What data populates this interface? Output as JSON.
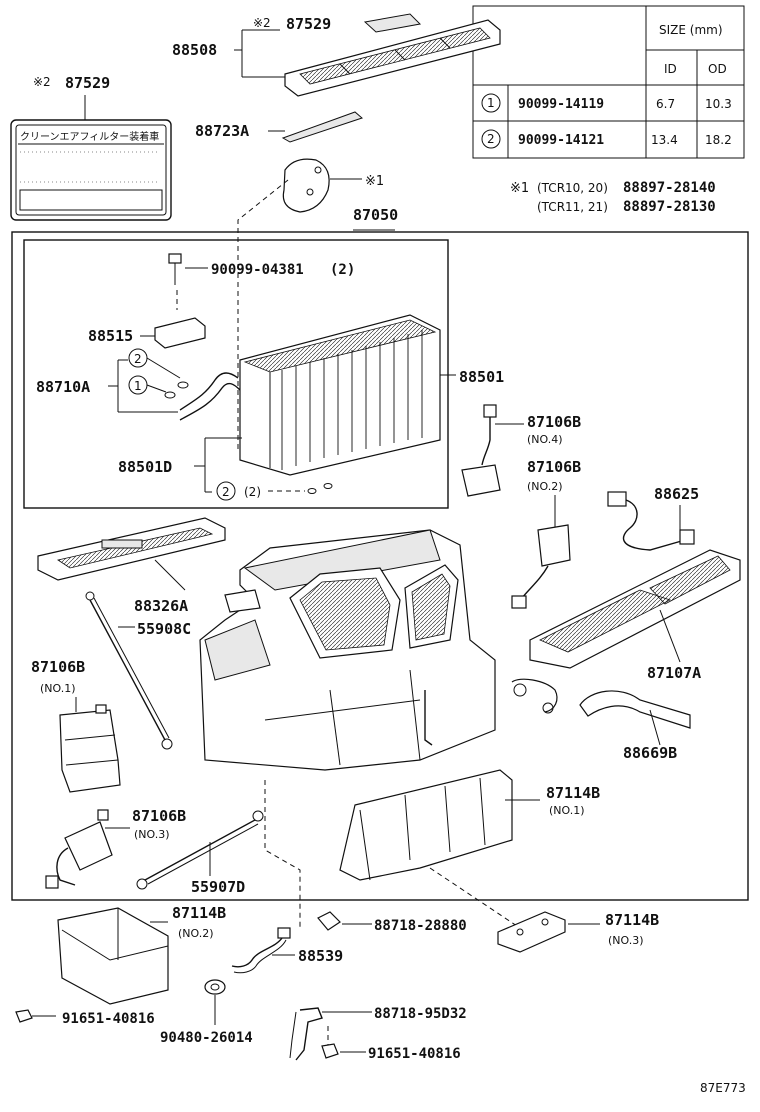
{
  "size_table": {
    "header": "SIZE (mm)",
    "col_id": "ID",
    "col_od": "OD",
    "rows": [
      {
        "key": "1",
        "part": "90099-14119",
        "id": "6.7",
        "od": "10.3"
      },
      {
        "key": "2",
        "part": "90099-14121",
        "id": "13.4",
        "od": "18.2"
      }
    ]
  },
  "notes": {
    "n1_mark": "※1",
    "n1_line1_cond": "(TCR10, 20)",
    "n1_line1_part": "88897-28140",
    "n1_line2_cond": "(TCR11, 21)",
    "n1_line2_part": "88897-28130",
    "x1_mark": "※1",
    "x2_mark_top": "※2",
    "x2_mark_label": "※2"
  },
  "label_card": {
    "title": "クリーンエアフィルター装着車"
  },
  "parts": {
    "p87529_top": "87529",
    "p88508": "88508",
    "p87529_label": "87529",
    "p88723a": "88723A",
    "p87050": "87050",
    "p90099_04381": "90099-04381",
    "p90099_04381_qty": "(2)",
    "p88515": "88515",
    "p88710a": "88710A",
    "p88501": "88501",
    "p88501d": "88501D",
    "p88501d_qty": "(2)",
    "p87106b_no4": "87106B",
    "sub_no4": "(NO.4)",
    "p87106b_no2": "87106B",
    "sub_no2": "(NO.2)",
    "p88625": "88625",
    "p88326a": "88326A",
    "p55908c": "55908C",
    "p87107a": "87107A",
    "p87106b_no1": "87106B",
    "sub_no1": "(NO.1)",
    "p88669b": "88669B",
    "p87114b_no1": "87114B",
    "sub_114_no1": "(NO.1)",
    "p87106b_no3": "87106B",
    "sub_no3": "(NO.3)",
    "p55907d": "55907D",
    "p87114b_no2": "87114B",
    "sub_114_no2": "(NO.2)",
    "p88718_28880": "88718-28880",
    "p87114b_no3": "87114B",
    "sub_114_no3": "(NO.3)",
    "p88539": "88539",
    "p91651_40816_a": "91651-40816",
    "p88718_95d32": "88718-95D32",
    "p90480_26014": "90480-26014",
    "p91651_40816_b": "91651-40816"
  },
  "callout_keys": {
    "one": "1",
    "two": "2"
  },
  "figure_id": "87E773"
}
